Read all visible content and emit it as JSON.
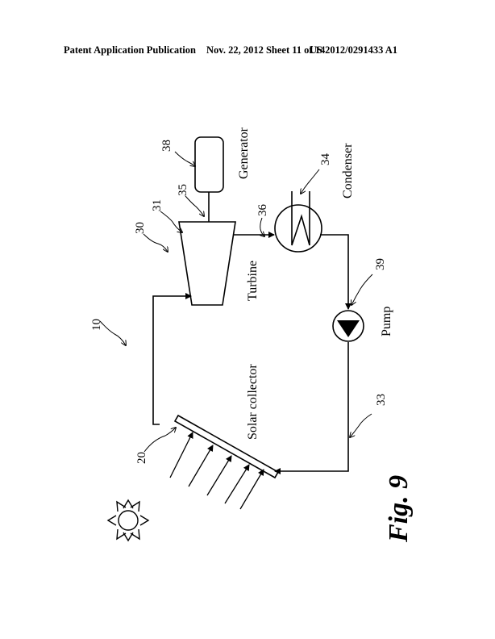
{
  "header": {
    "left": "Patent Application Publication",
    "middle": "Nov. 22, 2012   Sheet 11 of 14",
    "right": "US 2012/0291433 A1"
  },
  "figure": {
    "label": "Fig. 9",
    "components": {
      "turbine": "Turbine",
      "generator": "Generator",
      "condenser": "Condenser",
      "pump": "Pump",
      "solar_collector": "Solar collector"
    },
    "refs": {
      "system": "10",
      "collector": "20",
      "cycle": "30",
      "turbine": "31",
      "line": "33",
      "condenser": "34",
      "shaft": "35",
      "outlet": "36",
      "generator": "38",
      "pump": "39"
    }
  }
}
